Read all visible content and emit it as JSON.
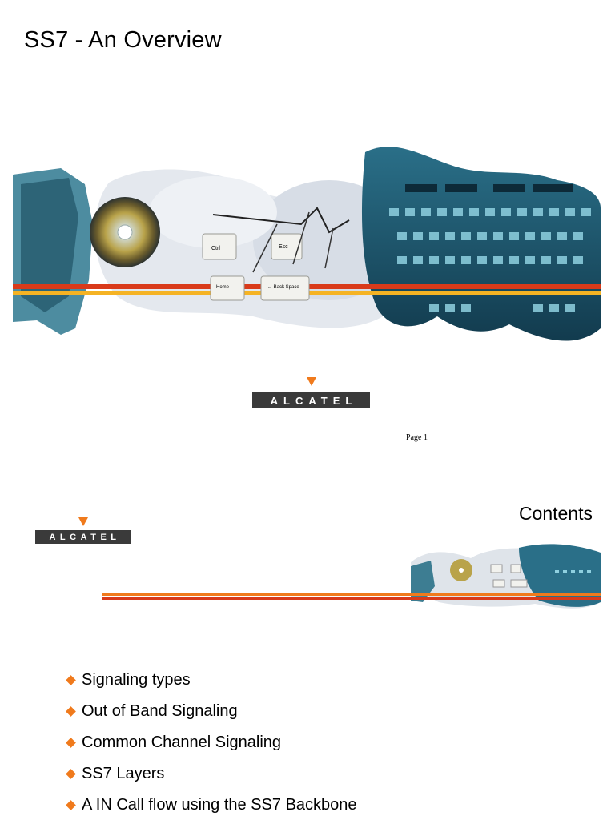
{
  "slide1": {
    "title": "SS7  - An Overview",
    "logo_text": "ALCATEL",
    "page_label": "Page 1",
    "banner_keys": {
      "ctrl": "Ctrl",
      "esc": "Esc",
      "home": "Home",
      "backspace": "← Back Space"
    }
  },
  "slide2": {
    "title": "Contents",
    "logo_text": "ALCATEL",
    "bullets": [
      "Signaling types",
      "Out of Band Signaling",
      "Common Channel Signaling",
      "SS7 Layers",
      "A IN Call flow using the SS7 Backbone"
    ]
  },
  "colors": {
    "brand_orange": "#f07a1c",
    "stripe_red": "#d93a1a",
    "stripe_gold": "#f5b324",
    "logo_plate": "#3a3a3a",
    "teal": "#2f7e94"
  }
}
